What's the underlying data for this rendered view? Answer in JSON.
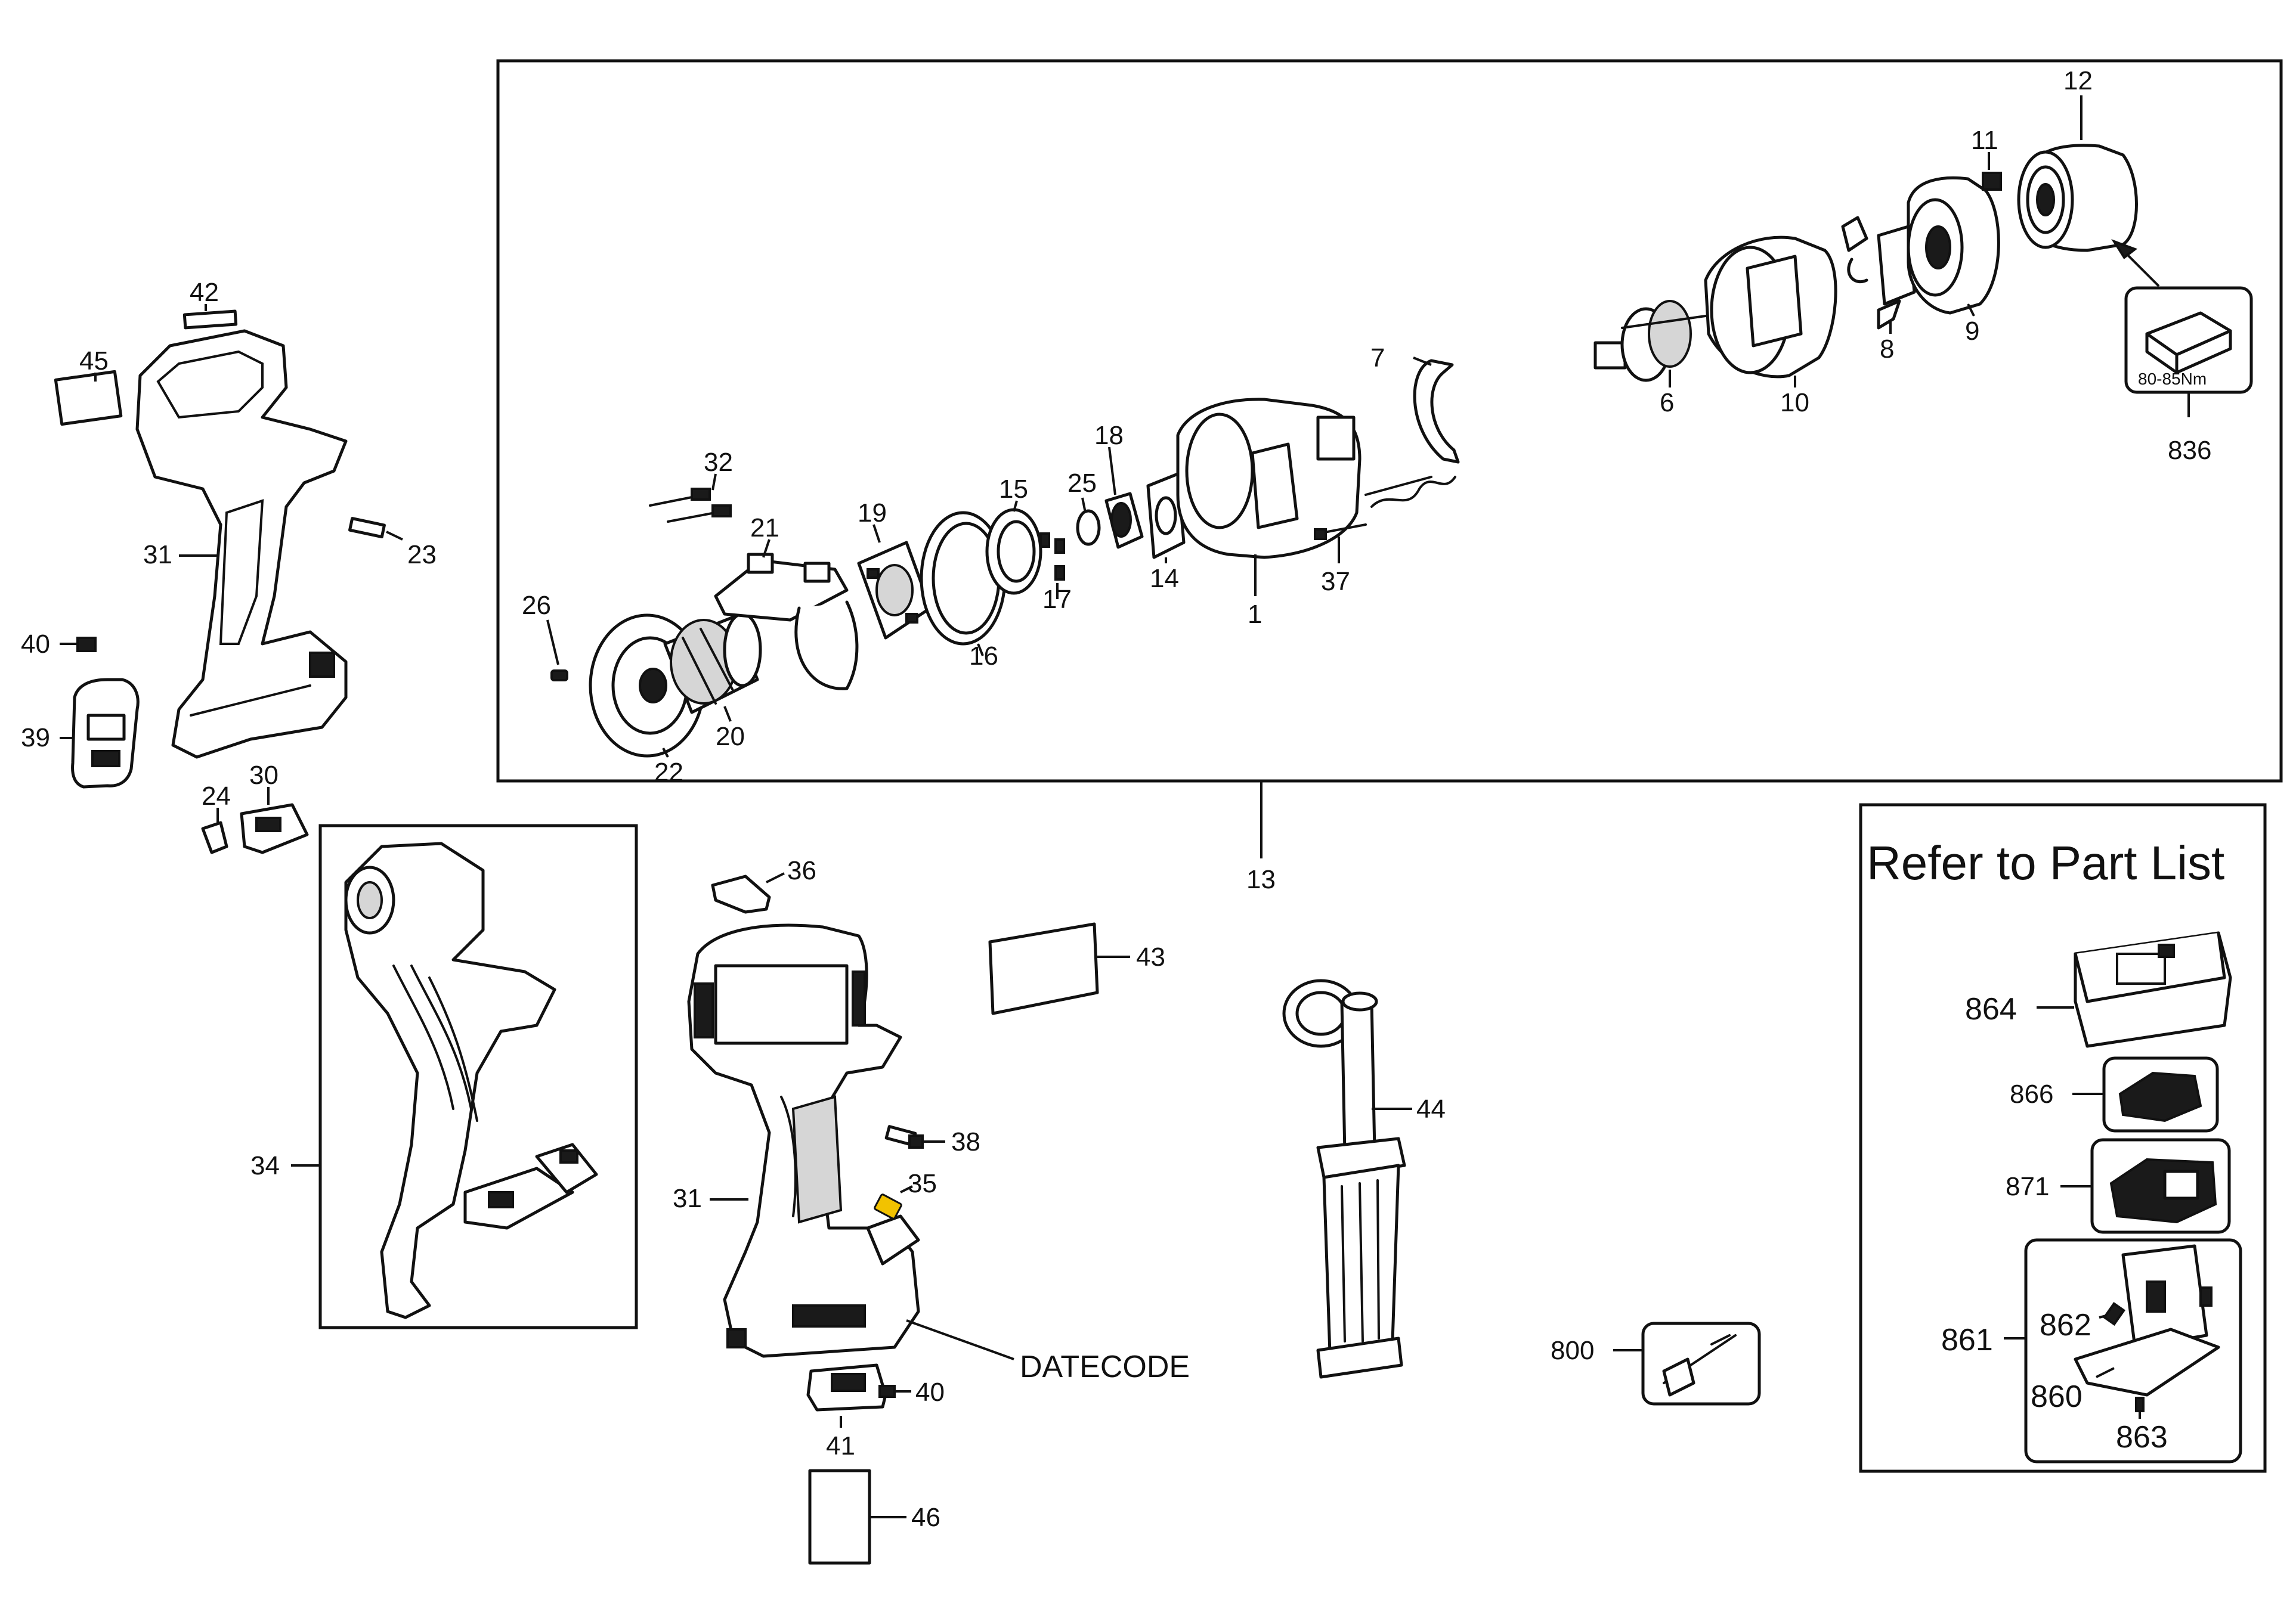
{
  "labels": {
    "p1": "1",
    "p6": "6",
    "p7": "7",
    "p8": "8",
    "p9": "9",
    "p10": "10",
    "p11": "11",
    "p12": "12",
    "p13": "13",
    "p14": "14",
    "p15": "15",
    "p16": "16",
    "p17": "17",
    "p18": "18",
    "p19": "19",
    "p20": "20",
    "p21": "21",
    "p22": "22",
    "p23": "23",
    "p24": "24",
    "p25": "25",
    "p26": "26",
    "p30": "30",
    "p31a": "31",
    "p31b": "31",
    "p32": "32",
    "p34": "34",
    "p35": "35",
    "p36": "36",
    "p37": "37",
    "p38": "38",
    "p39": "39",
    "p40a": "40",
    "p40b": "40",
    "p41": "41",
    "p42": "42",
    "p43": "43",
    "p44": "44",
    "p45": "45",
    "p46": "46",
    "p800": "800",
    "p836": "836",
    "p860": "860",
    "p861": "861",
    "p862": "862",
    "p863": "863",
    "p864": "864",
    "p866": "866",
    "p871": "871"
  },
  "datecode": "DATECODE",
  "torque": "80-85Nm",
  "refer_title": "Refer to Part List",
  "colors": {
    "line": "#111111",
    "highlight": "#f2c200",
    "background": "#ffffff"
  }
}
